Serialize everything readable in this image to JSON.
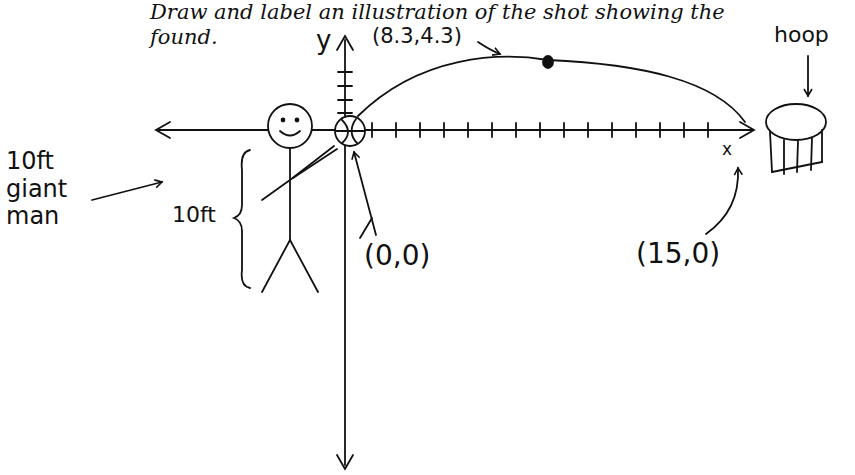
{
  "diagram": {
    "labels": [
      "Draw and label an illustration of the shot showing the",
      "found.",
      "y",
      "(8.3,4.3)",
      "hoop",
      "10ft giant man",
      "10ft",
      "(0,0)",
      "(15,0)",
      "x"
    ]
  }
}
